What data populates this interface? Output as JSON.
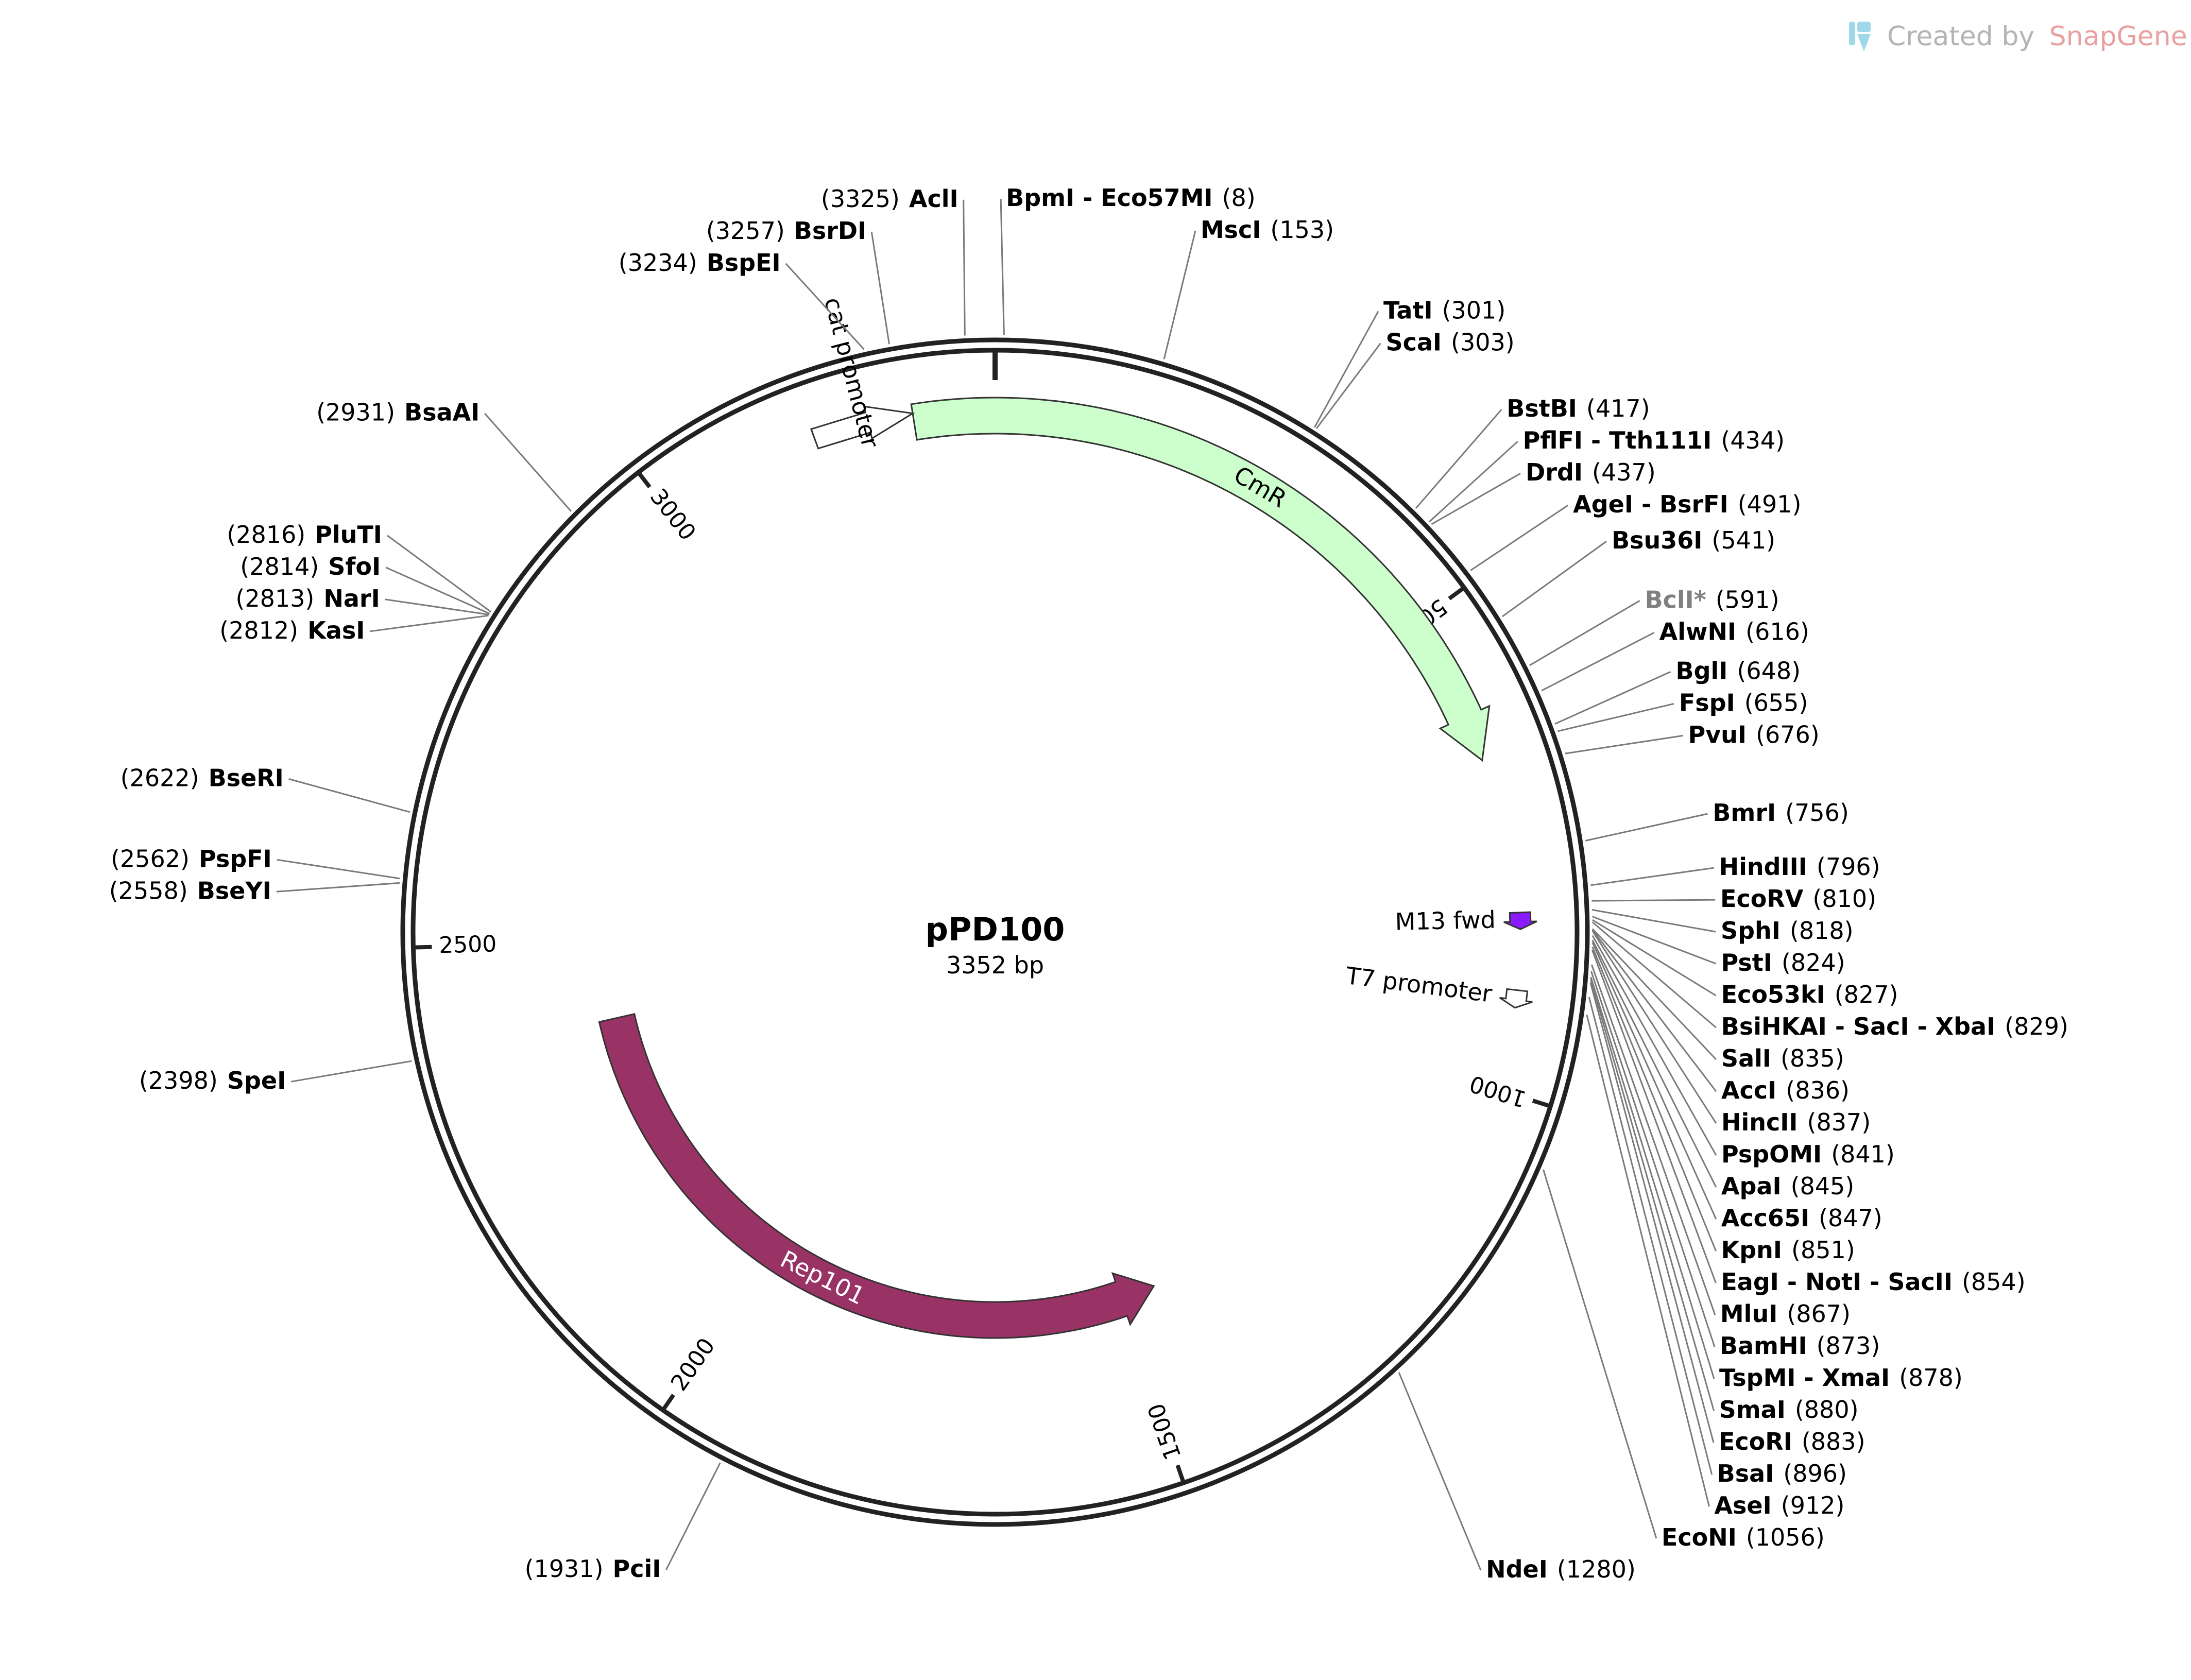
{
  "plasmid": {
    "name": "pPD100",
    "length_label": "3352 bp",
    "length": 3352
  },
  "credit": {
    "created_by": "Created by",
    "brand": "SnapGene",
    "colors": {
      "gray": "#b4b4b4",
      "brand": "#e8a0a0",
      "logo": "#9fd8e8"
    }
  },
  "ruler": {
    "ticks": [
      {
        "label": "500",
        "position": 500
      },
      {
        "label": "1000",
        "position": 1000
      },
      {
        "label": "1500",
        "position": 1500
      },
      {
        "label": "2000",
        "position": 2000
      },
      {
        "label": "2500",
        "position": 2500
      },
      {
        "label": "3000",
        "position": 3000
      }
    ]
  },
  "features": [
    {
      "name": "CmR",
      "start": 3268,
      "end": 657,
      "strand": 1,
      "type": "cds",
      "color": "#ccffcc",
      "label_color": "#000000"
    },
    {
      "name": "Rep101",
      "start": 1451,
      "end": 2395,
      "strand": -1,
      "type": "cds",
      "color": "#993366",
      "label_color": "#ffffff"
    },
    {
      "name": "cat promoter",
      "start": 3165,
      "end": 3268,
      "strand": 1,
      "type": "promoter",
      "color": "#ffffff"
    },
    {
      "name": "M13 fwd",
      "start": 818,
      "end": 835,
      "strand": 1,
      "type": "primer",
      "color": "#8c1aff"
    },
    {
      "name": "T7 promoter",
      "start": 897,
      "end": 915,
      "strand": 1,
      "type": "promoter",
      "color": "#ffffff"
    }
  ],
  "sites": [
    {
      "pos_label": "(3325)",
      "name": "AclI",
      "side": "left",
      "position": 3325
    },
    {
      "pos_label": "(8)",
      "name": "BpmI - Eco57MI",
      "side": "right",
      "position": 8
    },
    {
      "pos_label": "(153)",
      "name": "MscI",
      "side": "right",
      "position": 153
    },
    {
      "pos_label": "(3257)",
      "name": "BsrDI",
      "side": "left",
      "position": 3257
    },
    {
      "pos_label": "(3234)",
      "name": "BspEI",
      "side": "left",
      "position": 3234
    },
    {
      "pos_label": "(301)",
      "name": "TatI",
      "side": "right",
      "position": 301
    },
    {
      "pos_label": "(303)",
      "name": "ScaI",
      "side": "right",
      "position": 303
    },
    {
      "pos_label": "(417)",
      "name": "BstBI",
      "side": "right",
      "position": 417
    },
    {
      "pos_label": "(434)",
      "name": "PflFI - Tth111I",
      "side": "right",
      "position": 434
    },
    {
      "pos_label": "(437)",
      "name": "DrdI",
      "side": "right",
      "position": 437
    },
    {
      "pos_label": "(491)",
      "name": "AgeI - BsrFI",
      "side": "right",
      "position": 491
    },
    {
      "pos_label": "(541)",
      "name": "Bsu36I",
      "side": "right",
      "position": 541
    },
    {
      "pos_label": "(591)",
      "name": "BclI*",
      "side": "right",
      "position": 591,
      "dim": true
    },
    {
      "pos_label": "(616)",
      "name": "AlwNI",
      "side": "right",
      "position": 616
    },
    {
      "pos_label": "(648)",
      "name": "BglI",
      "side": "right",
      "position": 648
    },
    {
      "pos_label": "(655)",
      "name": "FspI",
      "side": "right",
      "position": 655
    },
    {
      "pos_label": "(676)",
      "name": "PvuI",
      "side": "right",
      "position": 676
    },
    {
      "pos_label": "(756)",
      "name": "BmrI",
      "side": "right",
      "position": 756
    },
    {
      "pos_label": "(796)",
      "name": "HindIII",
      "side": "right",
      "position": 796
    },
    {
      "pos_label": "(810)",
      "name": "EcoRV",
      "side": "right",
      "position": 810
    },
    {
      "pos_label": "(818)",
      "name": "SphI",
      "side": "right",
      "position": 818
    },
    {
      "pos_label": "(824)",
      "name": "PstI",
      "side": "right",
      "position": 824
    },
    {
      "pos_label": "(827)",
      "name": "Eco53kI",
      "side": "right",
      "position": 827
    },
    {
      "pos_label": "(829)",
      "name": "BsiHKAI - SacI - XbaI",
      "side": "right",
      "position": 829
    },
    {
      "pos_label": "(835)",
      "name": "SalI",
      "side": "right",
      "position": 835
    },
    {
      "pos_label": "(836)",
      "name": "AccI",
      "side": "right",
      "position": 836
    },
    {
      "pos_label": "(837)",
      "name": "HincII",
      "side": "right",
      "position": 837
    },
    {
      "pos_label": "(841)",
      "name": "PspOMI",
      "side": "right",
      "position": 841
    },
    {
      "pos_label": "(845)",
      "name": "ApaI",
      "side": "right",
      "position": 845
    },
    {
      "pos_label": "(847)",
      "name": "Acc65I",
      "side": "right",
      "position": 847
    },
    {
      "pos_label": "(851)",
      "name": "KpnI",
      "side": "right",
      "position": 851
    },
    {
      "pos_label": "(854)",
      "name": "EagI - NotI - SacII",
      "side": "right",
      "position": 854
    },
    {
      "pos_label": "(867)",
      "name": "MluI",
      "side": "right",
      "position": 867
    },
    {
      "pos_label": "(873)",
      "name": "BamHI",
      "side": "right",
      "position": 873
    },
    {
      "pos_label": "(878)",
      "name": "TspMI - XmaI",
      "side": "right",
      "position": 878
    },
    {
      "pos_label": "(880)",
      "name": "SmaI",
      "side": "right",
      "position": 880
    },
    {
      "pos_label": "(883)",
      "name": "EcoRI",
      "side": "right",
      "position": 883
    },
    {
      "pos_label": "(896)",
      "name": "BsaI",
      "side": "right",
      "position": 896
    },
    {
      "pos_label": "(912)",
      "name": "AseI",
      "side": "right",
      "position": 912
    },
    {
      "pos_label": "(1056)",
      "name": "EcoNI",
      "side": "right",
      "position": 1056
    },
    {
      "pos_label": "(1280)",
      "name": "NdeI",
      "side": "right",
      "position": 1280
    },
    {
      "pos_label": "(1931)",
      "name": "PciI",
      "side": "left",
      "position": 1931
    },
    {
      "pos_label": "(2398)",
      "name": "SpeI",
      "side": "left",
      "position": 2398
    },
    {
      "pos_label": "(2558)",
      "name": "BseYI",
      "side": "left",
      "position": 2558
    },
    {
      "pos_label": "(2562)",
      "name": "PspFI",
      "side": "left",
      "position": 2562
    },
    {
      "pos_label": "(2622)",
      "name": "BseRI",
      "side": "left",
      "position": 2622
    },
    {
      "pos_label": "(2812)",
      "name": "KasI",
      "side": "left",
      "position": 2812
    },
    {
      "pos_label": "(2813)",
      "name": "NarI",
      "side": "left",
      "position": 2813
    },
    {
      "pos_label": "(2814)",
      "name": "SfoI",
      "side": "left",
      "position": 2814
    },
    {
      "pos_label": "(2816)",
      "name": "PluTI",
      "side": "left",
      "position": 2816
    },
    {
      "pos_label": "(2931)",
      "name": "BsaAI",
      "side": "left",
      "position": 2931
    }
  ]
}
